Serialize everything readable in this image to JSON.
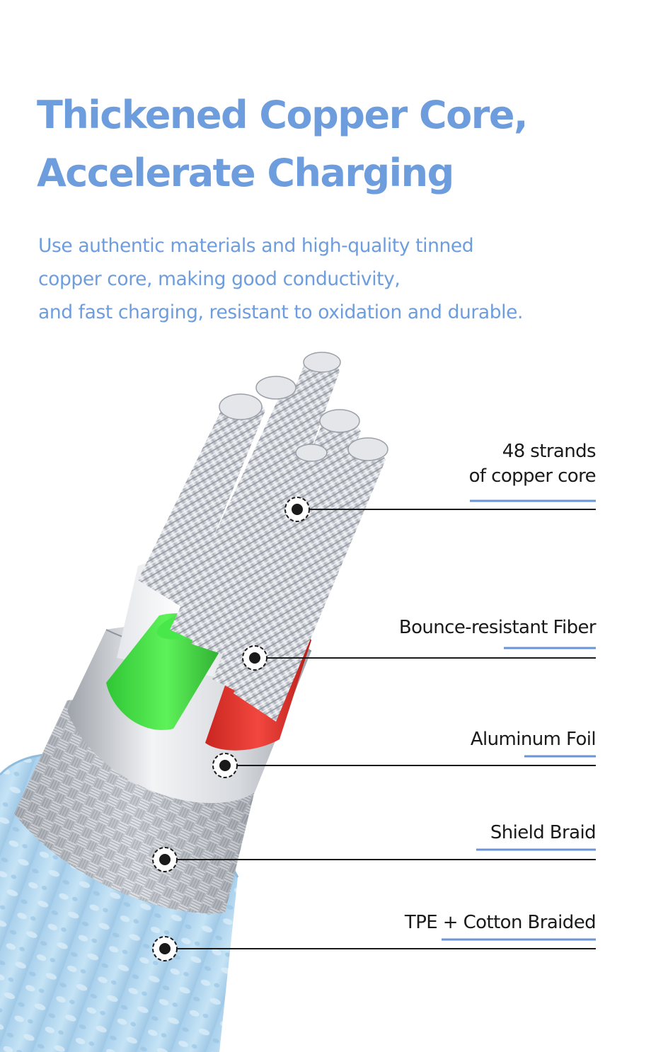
{
  "title": {
    "line1": "Thickened Copper Core,",
    "line2": "Accelerate Charging"
  },
  "description": {
    "line1": "Use authentic materials and high-quality tinned",
    "line2": "copper core, making good conductivity,",
    "line3": "and fast charging, resistant to oxidation and durable."
  },
  "callouts": [
    {
      "line1": "48 strands",
      "line2": "of copper core"
    },
    {
      "line1": "Bounce-resistant Fiber"
    },
    {
      "line1": "Aluminum Foil"
    },
    {
      "line1": "Shield Braid"
    },
    {
      "line1": "TPE + Cotton Braided"
    }
  ],
  "colors": {
    "accent": "#6d9ddd",
    "underline": "#6b95d6",
    "outer_jacket": "#b9dbf1",
    "green_insulation": "#3ed63e",
    "red_insulation": "#e2332d",
    "copper_strands": "#d3d3d8"
  }
}
